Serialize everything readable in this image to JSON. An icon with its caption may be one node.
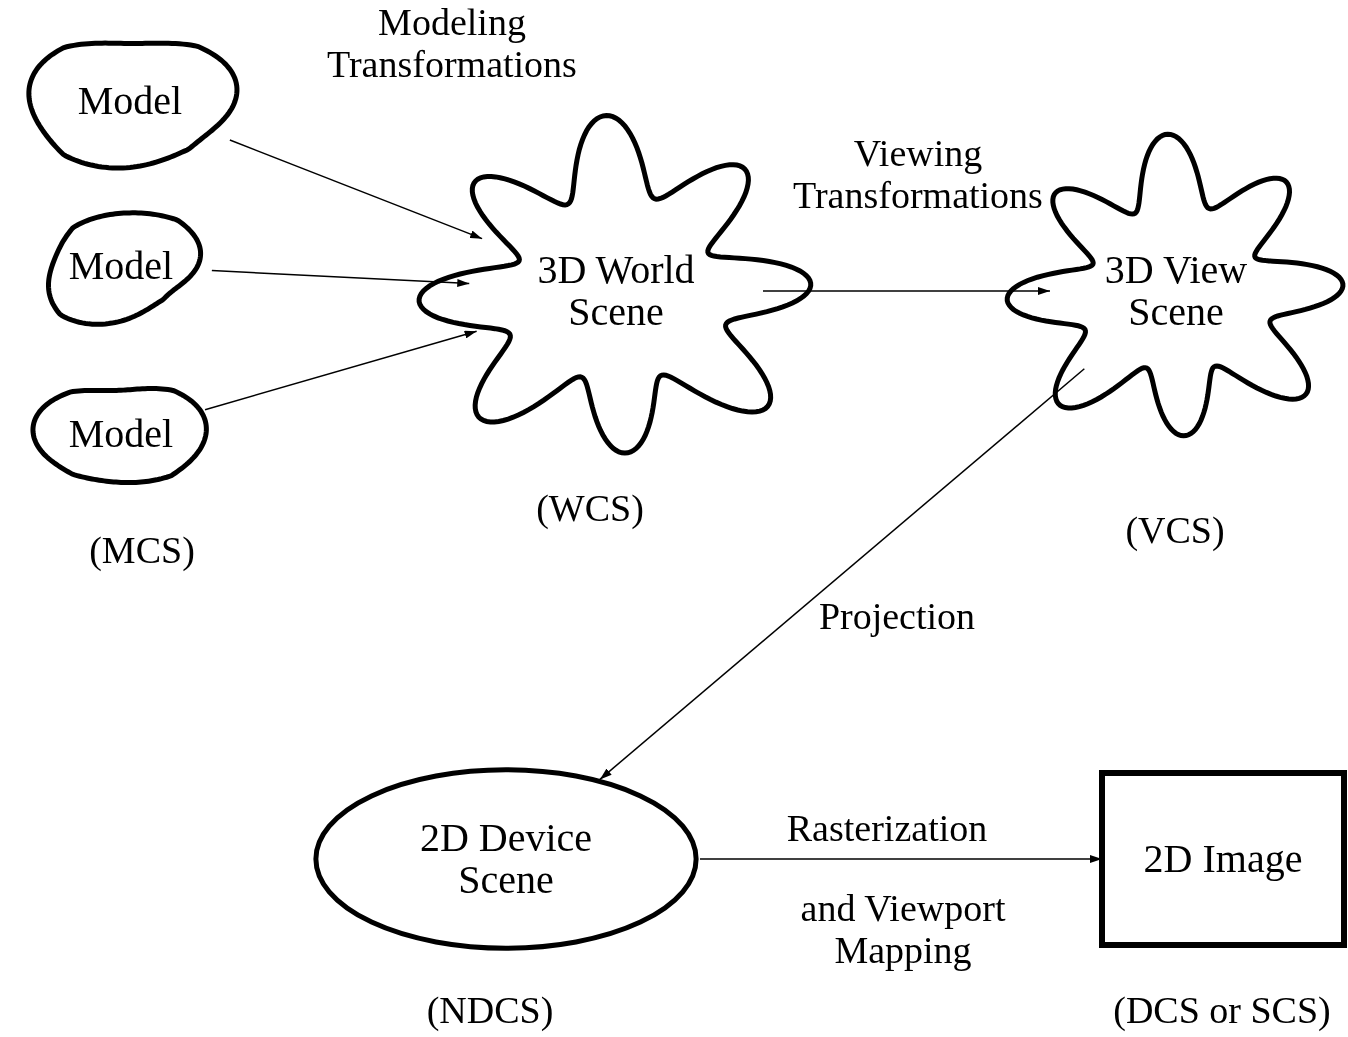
{
  "diagram": {
    "nodes": [
      {
        "text": [
          "Model"
        ]
      },
      {
        "text": [
          "Model"
        ]
      },
      {
        "text": [
          "Model"
        ]
      },
      {
        "text": [
          "3D World Scene"
        ],
        "beside": [
          "(WCS)"
        ]
      },
      {
        "text": [
          "3D View Scene"
        ],
        "beside": [
          "(VCS)"
        ]
      },
      {
        "text": [
          "2D Device Scene"
        ],
        "beside": [
          "(NDCS)"
        ]
      },
      {
        "text": [
          "2D Image"
        ],
        "beside": [
          "(DCS or SCS)"
        ]
      }
    ],
    "edges": [
      {
        "from": 0,
        "to": 3,
        "arrow": "to",
        "label": "Modeling Transformations"
      },
      {
        "from": 1,
        "to": 3,
        "arrow": "to"
      },
      {
        "from": 2,
        "to": 3,
        "arrow": "to"
      },
      {
        "from": 3,
        "to": 4,
        "arrow": "to",
        "label": "Viewing Transformations"
      },
      {
        "from": 4,
        "to": 5,
        "arrow": "to",
        "label": "Projection"
      },
      {
        "from": 5,
        "to": 6,
        "arrow": "to"
      }
    ],
    "labels": [
      "(MCS)",
      "Rasterization",
      "and Viewport Mapping"
    ]
  }
}
